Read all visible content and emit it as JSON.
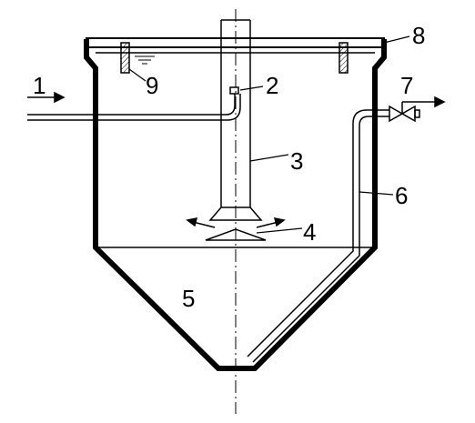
{
  "diagram": {
    "labels": {
      "inlet": "1",
      "inlet_nozzle": "2",
      "central_tube": "3",
      "deflector": "4",
      "sludge_hopper": "5",
      "sludge_pipe": "6",
      "outlet": "7",
      "overflow_weir": "8",
      "baffle": "9"
    },
    "colors": {
      "line": "#000000",
      "background": "#ffffff"
    }
  }
}
